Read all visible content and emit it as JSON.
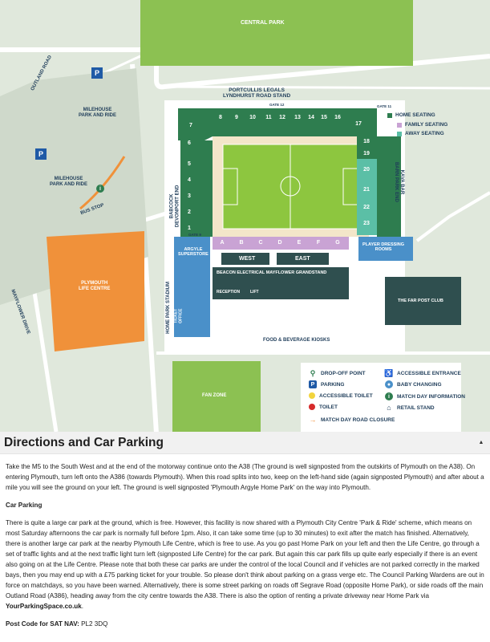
{
  "map": {
    "central_park": "CENTRAL PARK",
    "outland_road": "OUTLAND ROAD",
    "milehouse_park_ride_1": "MILEHOUSE\nPARK AND RIDE",
    "milehouse_park_ride_2": "MILEHOUSE\nPARK AND RIDE",
    "bus_stop": "BUS STOP",
    "plymouth_life_centre": "PLYMOUTH\nLIFE CENTRE",
    "mayflower_drive": "MAYFLOWER DRIVE",
    "portcullis_stand": "PORTCULLIS LEGALS\nLYNDHURST ROAD STAND",
    "gate_12": "GATE 12",
    "babcock_stand": "BABCOCK\nDEVONPORT END",
    "gate_9": "GATE 9",
    "gate_11": "GATE 11",
    "kawa_stand": "KAVA BAR\nBARN PARK END",
    "home_park_stadium": "HOME PARK STADIUM",
    "argyle_superstore": "ARGYLE\nSUPERSTORE",
    "ticket_office": "TICKET\nOFFICE",
    "west": "WEST",
    "east": "EAST",
    "grandstand": "BEACON ELECTRICAL MAYFLOWER GRANDSTAND",
    "reception": "RECEPTION",
    "lift": "LIFT",
    "player_dressing_rooms": "PLAYER DRESSING\nROOMS",
    "far_post_club": "THE FAR POST CLUB",
    "food_beverage": "FOOD & BEVERAGE KIOSKS",
    "fan_zone": "FAN ZONE",
    "top_blocks": [
      "7",
      "8",
      "9",
      "10",
      "11",
      "12",
      "13",
      "14",
      "15",
      "16",
      "17"
    ],
    "left_blocks": [
      "6",
      "5",
      "4",
      "3",
      "2",
      "1"
    ],
    "right_blocks": [
      "18",
      "19",
      "20",
      "21",
      "22",
      "23"
    ],
    "grand_blocks": [
      "A",
      "B",
      "C",
      "D",
      "E",
      "F",
      "G"
    ],
    "seating_legend": [
      {
        "label": "HOME SEATING",
        "color": "#2e7d4f"
      },
      {
        "label": "FAMILY SEATING",
        "color": "#c9a3d4"
      },
      {
        "label": "AWAY SEATING",
        "color": "#5bbfa6"
      }
    ],
    "legend": [
      {
        "icon": "drop-off-point-icon",
        "label": "DROP-OFF POINT"
      },
      {
        "icon": "accessible-entrance-icon",
        "label": "ACCESSIBLE ENTRANCE"
      },
      {
        "icon": "parking-icon",
        "label": "PARKING"
      },
      {
        "icon": "baby-changing-icon",
        "label": "BABY CHANGING"
      },
      {
        "icon": "accessible-toilet-icon",
        "label": "ACCESSIBLE TOILET"
      },
      {
        "icon": "match-day-information-icon",
        "label": "MATCH DAY INFORMATION"
      },
      {
        "icon": "toilet-icon",
        "label": "TOILET"
      },
      {
        "icon": "retail-stand-icon",
        "label": "RETAIL STAND"
      },
      {
        "icon": "road-closure-icon",
        "label": "MATCH DAY ROAD CLOSURE"
      }
    ],
    "parking_glyph": "P",
    "info_glyph": "i",
    "colors": {
      "grass": "#8cc152",
      "pitch": "#8dc63f",
      "home": "#2e7d4f",
      "family": "#c9a3d4",
      "away": "#5bbfa6",
      "stand_blue": "#4a90c9",
      "dark_stand": "#2f4f4f",
      "life_centre": "#f0913a",
      "road": "#ffffff"
    }
  },
  "directions": {
    "title": "Directions and Car Parking",
    "collapse_glyph": "▲",
    "intro": "Take the M5 to the South West and at the end of the motorway continue onto the A38 (The ground is well signposted from the outskirts of Plymouth on the A38). On entering Plymouth, turn left onto the A386 (towards Plymouth). When this road splits into two, keep on the left-hand side (again signposted Plymouth) and after about a mile you will see the ground on your left. The ground is well signposted 'Plymouth Argyle Home Park' on the way into Plymouth.",
    "car_parking_heading": "Car Parking",
    "car_parking_text": "There is quite a large car park at the ground, which is free. However, this facility is now shared with a Plymouth City Centre 'Park & Ride' scheme, which means on most Saturday afternoons the car park is normally full before 1pm. Also, it can take some time (up to 30 minutes) to exit after the match has finished. Alternatively, there is another large car park at the nearby Plymouth Life Centre, which is free to use. As you go past Home Park on your left and then the Life Centre, go through a set of traffic lights and at the next traffic light turn left (signposted Life Centre) for the car park. But again this car park fills up quite early especially if there is an event also going on at the Life Centre. Please note that both these car parks are under the control of the local Council and if vehicles are not parked correctly in the marked bays, then you may end up with a £75 parking ticket for your trouble. So please don't think about parking on a grass verge etc. The Council Parking Wardens are out in force on matchdays, so you have been warned. Alternatively, there is some street parking on roads off Segrave Road (opposite Home Park), or side roads off the main Outland Road (A386), heading away from the city centre towards the A38. There is also the option of renting a private driveway near Home Park via ",
    "link_text": "YourParkingSpace.co.uk",
    "link_suffix": ".",
    "postcode_label": "Post Code for SAT NAV:",
    "postcode_value": " PL2 3DQ"
  }
}
